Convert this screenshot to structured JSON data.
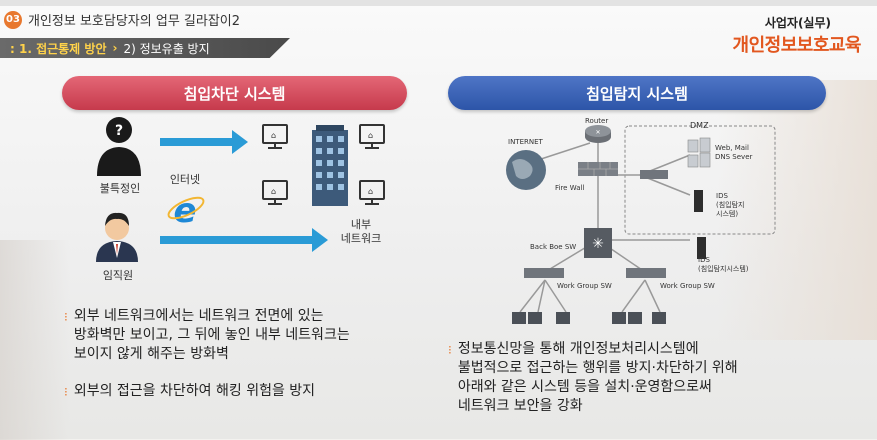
{
  "header": {
    "badge": "03",
    "title": "개인정보 보호담당자의 업무 길라잡이2",
    "section": ": 1. 접근통제 방안",
    "arrow": "›",
    "subsection": "2) 정보유출 방지"
  },
  "brand": {
    "line1": "사업자(실무)",
    "line2": "개인정보보호교육"
  },
  "left": {
    "pill": "침입차단 시스템",
    "unknown_label": "불특정인",
    "employee_label": "임직원",
    "internet_label": "인터넷",
    "internal_label": [
      "내부",
      "네트워크"
    ],
    "bullets": [
      "외부 네트워크에서는 네트워크 전면에 있는\n방화벽만 보이고, 그 뒤에 놓인 내부 네트워크는\n보이지 않게 해주는 방화벽",
      "외부의 접근을 차단하여 해킹 위험을 방지"
    ]
  },
  "right": {
    "pill": "침입탐지 시스템",
    "labels": {
      "internet": "INTERNET",
      "router": "Router",
      "dmz": "DMZ",
      "web": "Web, Mail\nDNS Sever",
      "ids1": "IDS\n(침입탐지\n시스템)",
      "firewall": "Fire Wall",
      "backbone": "Back Boe SW",
      "ids2": "IDS\n(침입탐지시스템)",
      "wg1": "Work Group SW",
      "wg2": "Work Group SW"
    },
    "bullet": "정보통신망을 통해 개인정보처리시스템에\n불법적으로 접근하는 행위를 방지·차단하기 위해\n아래와 같은 시스템 등을 설치·운영함으로써\n네트워크 보안을 강화"
  },
  "colors": {
    "accent": "#e8782e",
    "red_pill": "#d64a5b",
    "blue_pill": "#3c63b6",
    "brand": "#e2571f",
    "arrow": "#2a9bd6"
  }
}
